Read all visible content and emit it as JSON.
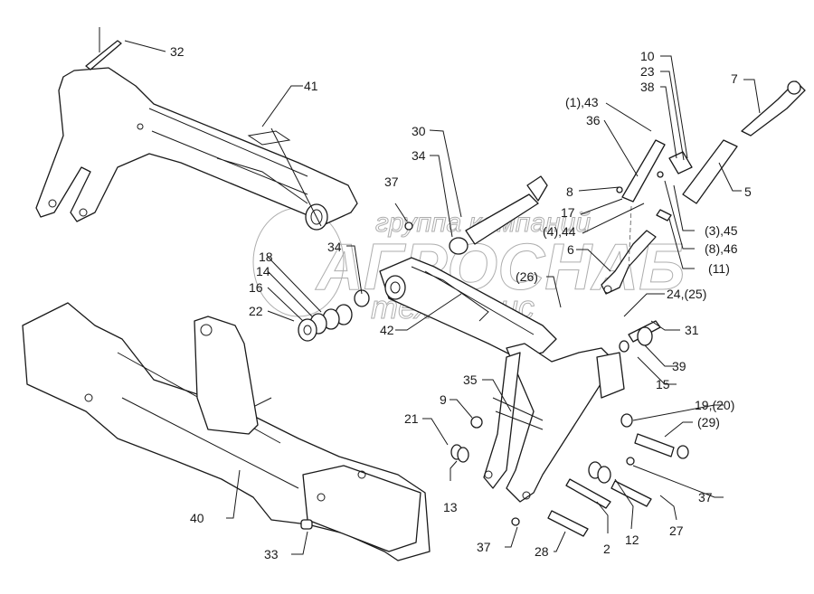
{
  "diagram": {
    "title": "",
    "watermark": {
      "line1": "группа компаний",
      "line2": "АГРОСНАБ",
      "line3": "техсервис"
    },
    "parts": [
      {
        "id": "frame-upper",
        "callout": "41"
      },
      {
        "id": "frame-lower",
        "callout": "40"
      },
      {
        "id": "lower-arm",
        "callout": "42"
      },
      {
        "id": "bracket",
        "callout": "35"
      },
      {
        "id": "turnbuckle",
        "callout": "5"
      }
    ],
    "callouts": [
      {
        "key": "c32",
        "text": "32"
      },
      {
        "key": "c41",
        "text": "41"
      },
      {
        "key": "c30",
        "text": "30"
      },
      {
        "key": "c34a",
        "text": "34"
      },
      {
        "key": "c37a",
        "text": "37"
      },
      {
        "key": "c1_43",
        "text": "(1),43"
      },
      {
        "key": "c36",
        "text": "36"
      },
      {
        "key": "c10",
        "text": "10"
      },
      {
        "key": "c23",
        "text": "23"
      },
      {
        "key": "c38",
        "text": "38"
      },
      {
        "key": "c7",
        "text": "7"
      },
      {
        "key": "c8",
        "text": "8"
      },
      {
        "key": "c17",
        "text": "17"
      },
      {
        "key": "c4_44",
        "text": "(4),44"
      },
      {
        "key": "c5",
        "text": "5"
      },
      {
        "key": "c3_45",
        "text": "(3),45"
      },
      {
        "key": "c8_46",
        "text": "(8),46"
      },
      {
        "key": "c11",
        "text": "(11)"
      },
      {
        "key": "c6",
        "text": "6"
      },
      {
        "key": "c26",
        "text": "(26)"
      },
      {
        "key": "c18",
        "text": "18"
      },
      {
        "key": "c14",
        "text": "14"
      },
      {
        "key": "c16",
        "text": "16"
      },
      {
        "key": "c22",
        "text": "22"
      },
      {
        "key": "c34b",
        "text": "34"
      },
      {
        "key": "c42",
        "text": "42"
      },
      {
        "key": "c24_25",
        "text": "24,(25)"
      },
      {
        "key": "c31",
        "text": "31"
      },
      {
        "key": "c39",
        "text": "39"
      },
      {
        "key": "c15",
        "text": "15"
      },
      {
        "key": "c35",
        "text": "35"
      },
      {
        "key": "c9",
        "text": "9"
      },
      {
        "key": "c21",
        "text": "21"
      },
      {
        "key": "c13",
        "text": "13"
      },
      {
        "key": "c19_20",
        "text": "19,(20)"
      },
      {
        "key": "c29",
        "text": "(29)"
      },
      {
        "key": "c37b",
        "text": "37"
      },
      {
        "key": "c40",
        "text": "40"
      },
      {
        "key": "c33",
        "text": "33"
      },
      {
        "key": "c37c",
        "text": "37"
      },
      {
        "key": "c28",
        "text": "28"
      },
      {
        "key": "c2",
        "text": "2"
      },
      {
        "key": "c12",
        "text": "12"
      },
      {
        "key": "c27",
        "text": "27"
      }
    ]
  }
}
